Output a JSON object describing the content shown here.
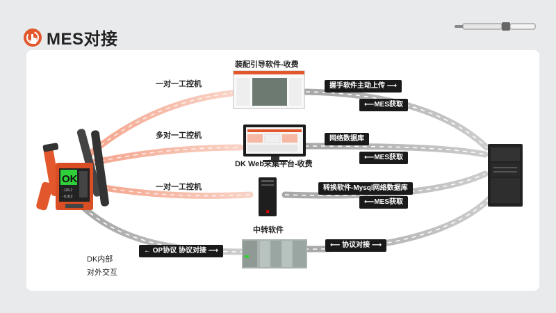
{
  "page": {
    "title": "MES对接"
  },
  "nodes": {
    "guide_software": "装配引导软件-收费",
    "dk_web": "DK Web采集平台-收费",
    "relay_software": "中转软件"
  },
  "left_links": {
    "one_to_one_a": "一对一工控机",
    "many_to_one": "多对一工控机",
    "one_to_one_b": "一对一工控机",
    "op_protocol": "←  OP协议  协议对接  ⟶"
  },
  "right_links": {
    "handshake_upload": "握手软件主动上传  ⟶",
    "mes_fetch_1": "⟵MES获取",
    "network_db": "网络数据库",
    "mes_fetch_2": "⟵MES获取",
    "convert_mysql": "转换软件-Mysql网络数据库",
    "mes_fetch_3": "⟵MES获取",
    "protocol_dock": "⟵    协议对接    ⟶"
  },
  "controller": {
    "ok_text": "OK",
    "reading_1": "- 115.2",
    "reading_2": "- 0.012"
  },
  "legend": {
    "internal": "DK内部",
    "external": "对外交互"
  },
  "colors": {
    "internal_flow": "#f6b7a4",
    "external_flow": "#b9b9b9",
    "accent": "#e2572b",
    "ok_green": "#2fd03a"
  }
}
